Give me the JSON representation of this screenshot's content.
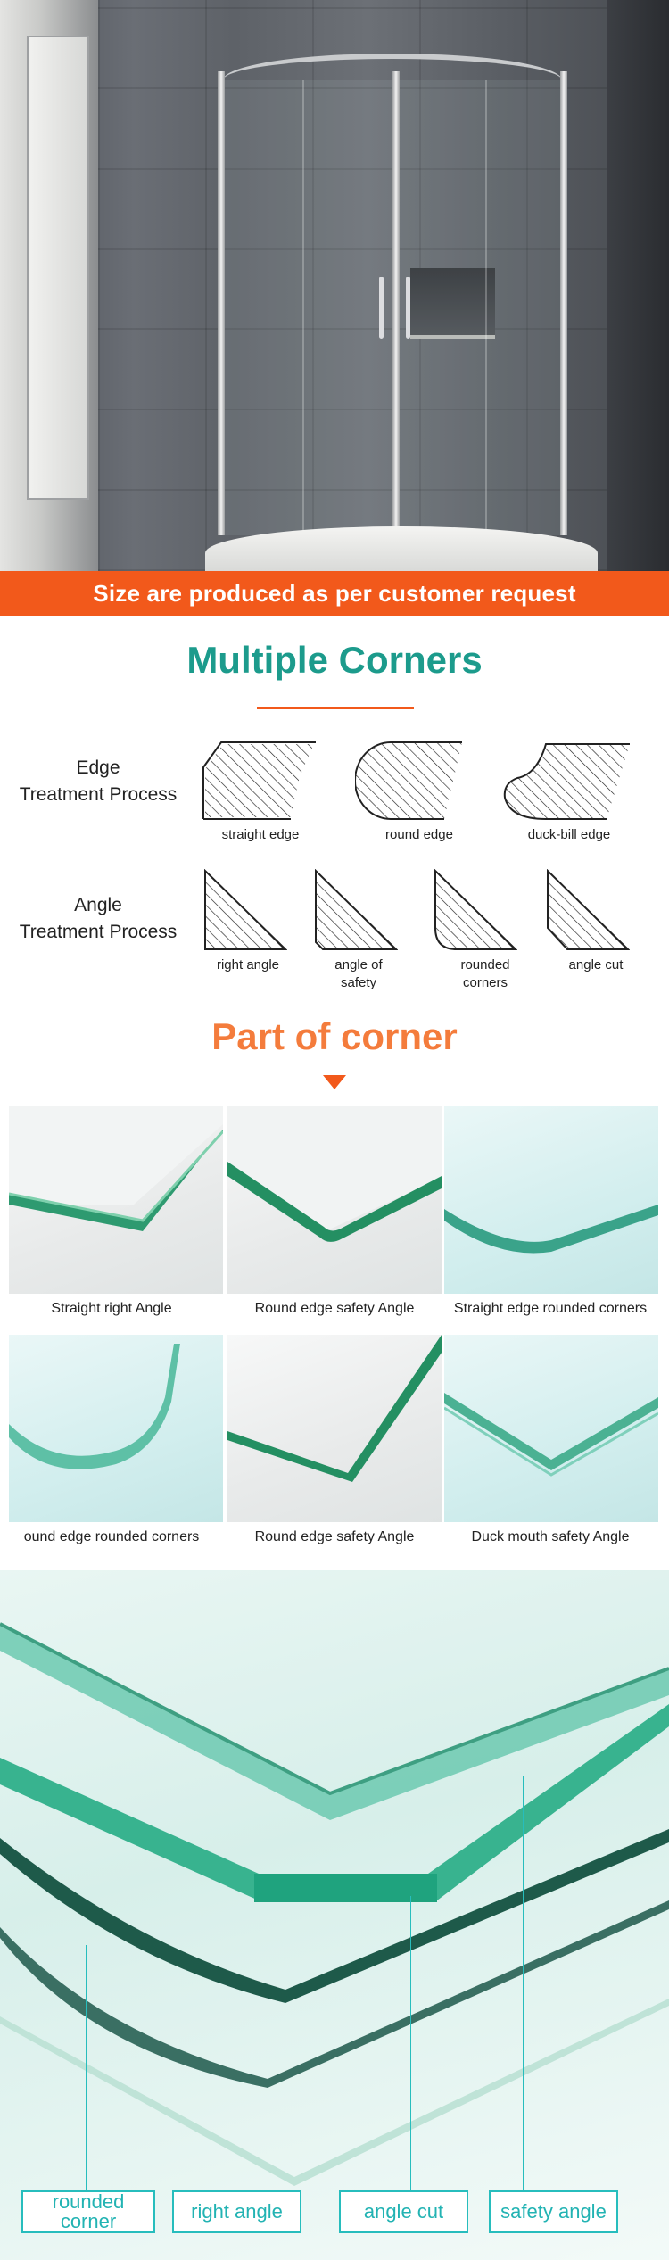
{
  "banner": {
    "text": "Size are produced as per customer request"
  },
  "multiple_corners": {
    "title": "Multiple Corners",
    "edge": {
      "label_line1": "Edge",
      "label_line2": "Treatment Process",
      "items": [
        "straight edge",
        "round edge",
        "duck-bill edge"
      ]
    },
    "angle": {
      "label_line1": "Angle",
      "label_line2": "Treatment Process",
      "items": [
        {
          "line1": "right angle",
          "line2": ""
        },
        {
          "line1": "angle of",
          "line2": "safety"
        },
        {
          "line1": "rounded",
          "line2": "corners"
        },
        {
          "line1": "angle cut",
          "line2": ""
        }
      ]
    }
  },
  "part_of_corner": {
    "title": "Part of corner",
    "tiles": [
      "Straight right Angle",
      "Round edge safety Angle",
      "Straight edge rounded corners",
      "ound edge rounded corners",
      "Round edge safety Angle",
      "Duck mouth safety Angle"
    ]
  },
  "callouts": {
    "rounded_corner_line1": "rounded",
    "rounded_corner_line2": "corner",
    "right_angle": "right angle",
    "angle_cut": "angle cut",
    "safety_angle": "safety angle"
  },
  "colors": {
    "accent_orange": "#f2591b",
    "teal_title": "#1c9b8c",
    "callout_teal": "#27bdbd"
  }
}
